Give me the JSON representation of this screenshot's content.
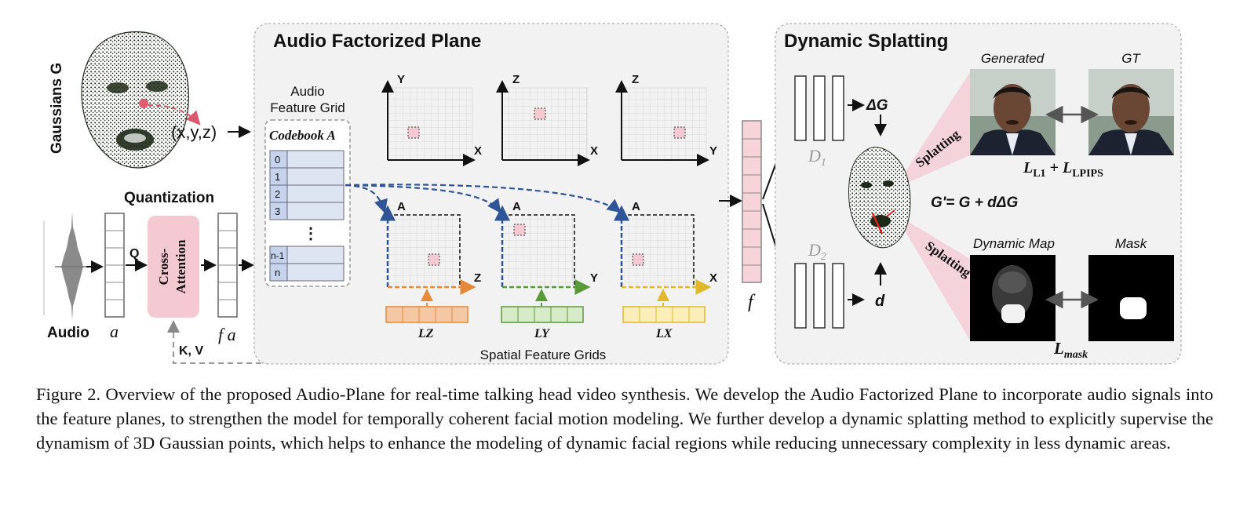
{
  "gaussians_label": "Gaussians G",
  "xyz_label": "(x,y,z)",
  "quantization_label": "Quantization",
  "q_label": "Q",
  "kv_label": "K, V",
  "cross_attention_lines": [
    "Cross-",
    "Attention"
  ],
  "audio_label": "Audio",
  "a_label": "a",
  "fa_label": "f a",
  "audio_plane": {
    "title": "Audio Factorized Plane",
    "grid_title_lines": [
      "Audio",
      "Feature Grid"
    ],
    "codebook_title": "Codebook A",
    "codebook_indices": [
      "0",
      "1",
      "2",
      "3",
      "n-1",
      "n"
    ],
    "ellipsis": "⋮",
    "top_planes": [
      {
        "v": "Y",
        "h": "X"
      },
      {
        "v": "Z",
        "h": "X"
      },
      {
        "v": "Z",
        "h": "Y"
      }
    ],
    "audio_planes": [
      {
        "v": "A",
        "h": "Z",
        "vec": "LZ"
      },
      {
        "v": "A",
        "h": "Y",
        "vec": "LY"
      },
      {
        "v": "A",
        "h": "X",
        "vec": "LX"
      }
    ],
    "spatial_label": "Spatial Feature Grids"
  },
  "f_label": "f",
  "dynamic": {
    "title": "Dynamic Splatting",
    "d1_label": "D1",
    "d2_label": "D2",
    "delta_g_label": "ΔG",
    "d_label": "d",
    "update_label": "G'= G + dΔG",
    "splatting_label": "Splatting",
    "generated_label": "Generated",
    "gt_label": "GT",
    "dynamic_map_label": "Dynamic Map",
    "mask_label": "Mask",
    "loss_top": "LL1 + LLPIPS",
    "loss_bottom": "Lmask"
  },
  "colors": {
    "panel_fill": "#f2f2f2",
    "codebook_blue": "#c5d3ec",
    "pink": "#f4c9d1",
    "arrow_blue": "#2f5597",
    "orange": "#f5c8a5",
    "orange_stroke": "#e58a3a",
    "green": "#d6ebc8",
    "green_stroke": "#5a9a3a",
    "yellow": "#fbeeb8",
    "yellow_stroke": "#e1b82a"
  },
  "caption": "Figure 2. Overview of the proposed Audio-Plane for real-time talking head video synthesis. We develop the Audio Factorized Plane to incorporate audio signals into the feature planes, to strengthen the model for temporally coherent facial motion modeling. We further develop a dynamic splatting method to explicitly supervise the dynamism of 3D Gaussian points, which helps to enhance the modeling of dynamic facial regions while reducing unnecessary complexity in less dynamic areas."
}
